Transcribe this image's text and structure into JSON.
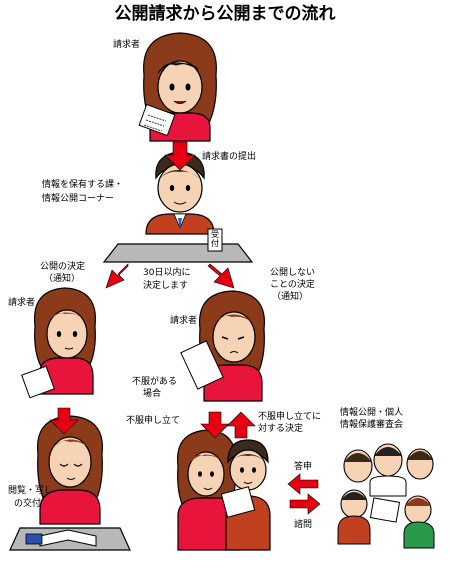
{
  "title": "公開請求から公開までの流れ",
  "labels": {
    "requester_top": "請求者",
    "submit_request": "請求書の提出",
    "holding_section_1": "情報を保有する課・",
    "holding_section_2": "情報公開コーナー",
    "reception_sign": "受付",
    "decision_disclose_1": "公開の決定",
    "decision_disclose_2": "（通知）",
    "within_30_days_1": "30日以内に",
    "within_30_days_2": "決定します",
    "decision_not_disclose_1": "公開しない",
    "decision_not_disclose_2": "ことの決定",
    "decision_not_disclose_3": "（通知）",
    "requester_left": "請求者",
    "requester_middle": "請求者",
    "dissatisfied_1": "不服がある",
    "dissatisfied_2": "場合",
    "objection": "不服申し立て",
    "decision_on_objection_1": "不服申し立てに",
    "decision_on_objection_2": "対する決定",
    "review_board_1": "情報公開・個人",
    "review_board_2": "情報保護審査会",
    "report": "答申",
    "consultation": "諮問",
    "viewing_1": "閲覧・写し",
    "viewing_2": "の交付"
  },
  "colors": {
    "arrow": "#e60012",
    "skin": "#f6d3b4",
    "hair_woman": "#8b3a1a",
    "hair_man": "#3a2a1a",
    "shirt_woman": "#e8143c",
    "shirt_man": "#c04020",
    "desk": "#b8b8b8"
  }
}
